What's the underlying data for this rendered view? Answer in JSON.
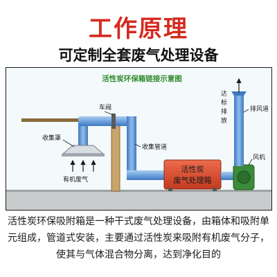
{
  "header": {
    "title": "工作原理",
    "subtitle": "可定制全套废气处理设备"
  },
  "diagram": {
    "caption": "活性炭环保箱链接示意图",
    "labels": {
      "valve": "车阀",
      "hood": "收集罩",
      "organic_gas": "有机废气",
      "duct": "收集管道",
      "box_line1": "活性炭",
      "box_line2": "废气处理箱",
      "exhaust_vertical": [
        "达",
        "标",
        "排",
        "放"
      ],
      "chimney": "排风道",
      "fan": "风机"
    }
  },
  "description": "活性炭环保吸附箱是一种干式废气处理设备，由箱体和吸附单元组成，管道式安装，主要通过活性炭来吸附有机废气分子，使其与气体混合物分离，达到净化目的",
  "colors": {
    "title": "#d42a1f",
    "caption": "#2e8b2e",
    "duct": "#5b8fd0",
    "box": "#d9482b",
    "fan": "#3a8a3a",
    "ground": "#c8cccc"
  }
}
